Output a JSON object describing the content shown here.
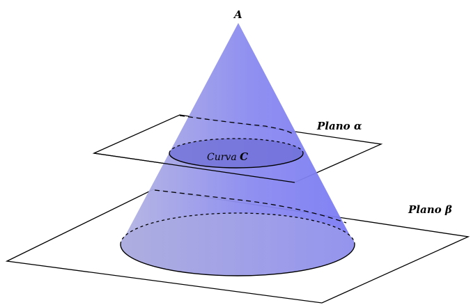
{
  "figure": {
    "apex_label": "A",
    "plane_alpha_label": "Plano α",
    "plane_beta_label": "Plano β",
    "curve_label_prefix": "Curva ",
    "curve_label_letter": "C"
  },
  "colors": {
    "cone_light": "#a6a6e6",
    "cone_dark": "#7d7df2",
    "curve_fill": "#6c6cd6",
    "base_fill": "#9b9be8",
    "stroke": "#000000"
  }
}
